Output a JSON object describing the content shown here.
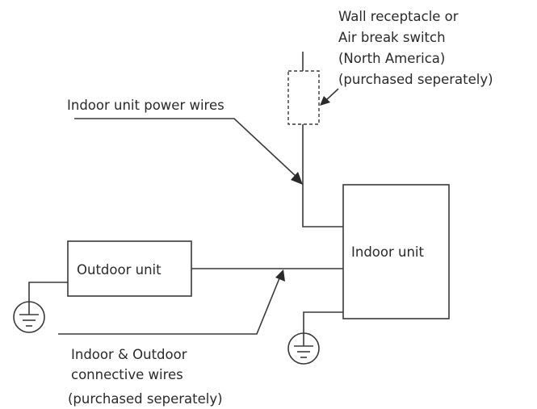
{
  "labels": {
    "switch": [
      "Wall receptacle or",
      "Air break switch",
      "(North America)",
      "(purchased seperately)"
    ],
    "power_wires": "Indoor unit power wires",
    "indoor_unit": "Indoor unit",
    "outdoor_unit": "Outdoor unit",
    "connective": [
      "Indoor & Outdoor",
      "connective  wires"
    ],
    "connective_note": "(purchased seperately)"
  },
  "icons": {
    "outdoor_ground": "ground-symbol-icon",
    "indoor_ground": "ground-symbol-icon"
  }
}
